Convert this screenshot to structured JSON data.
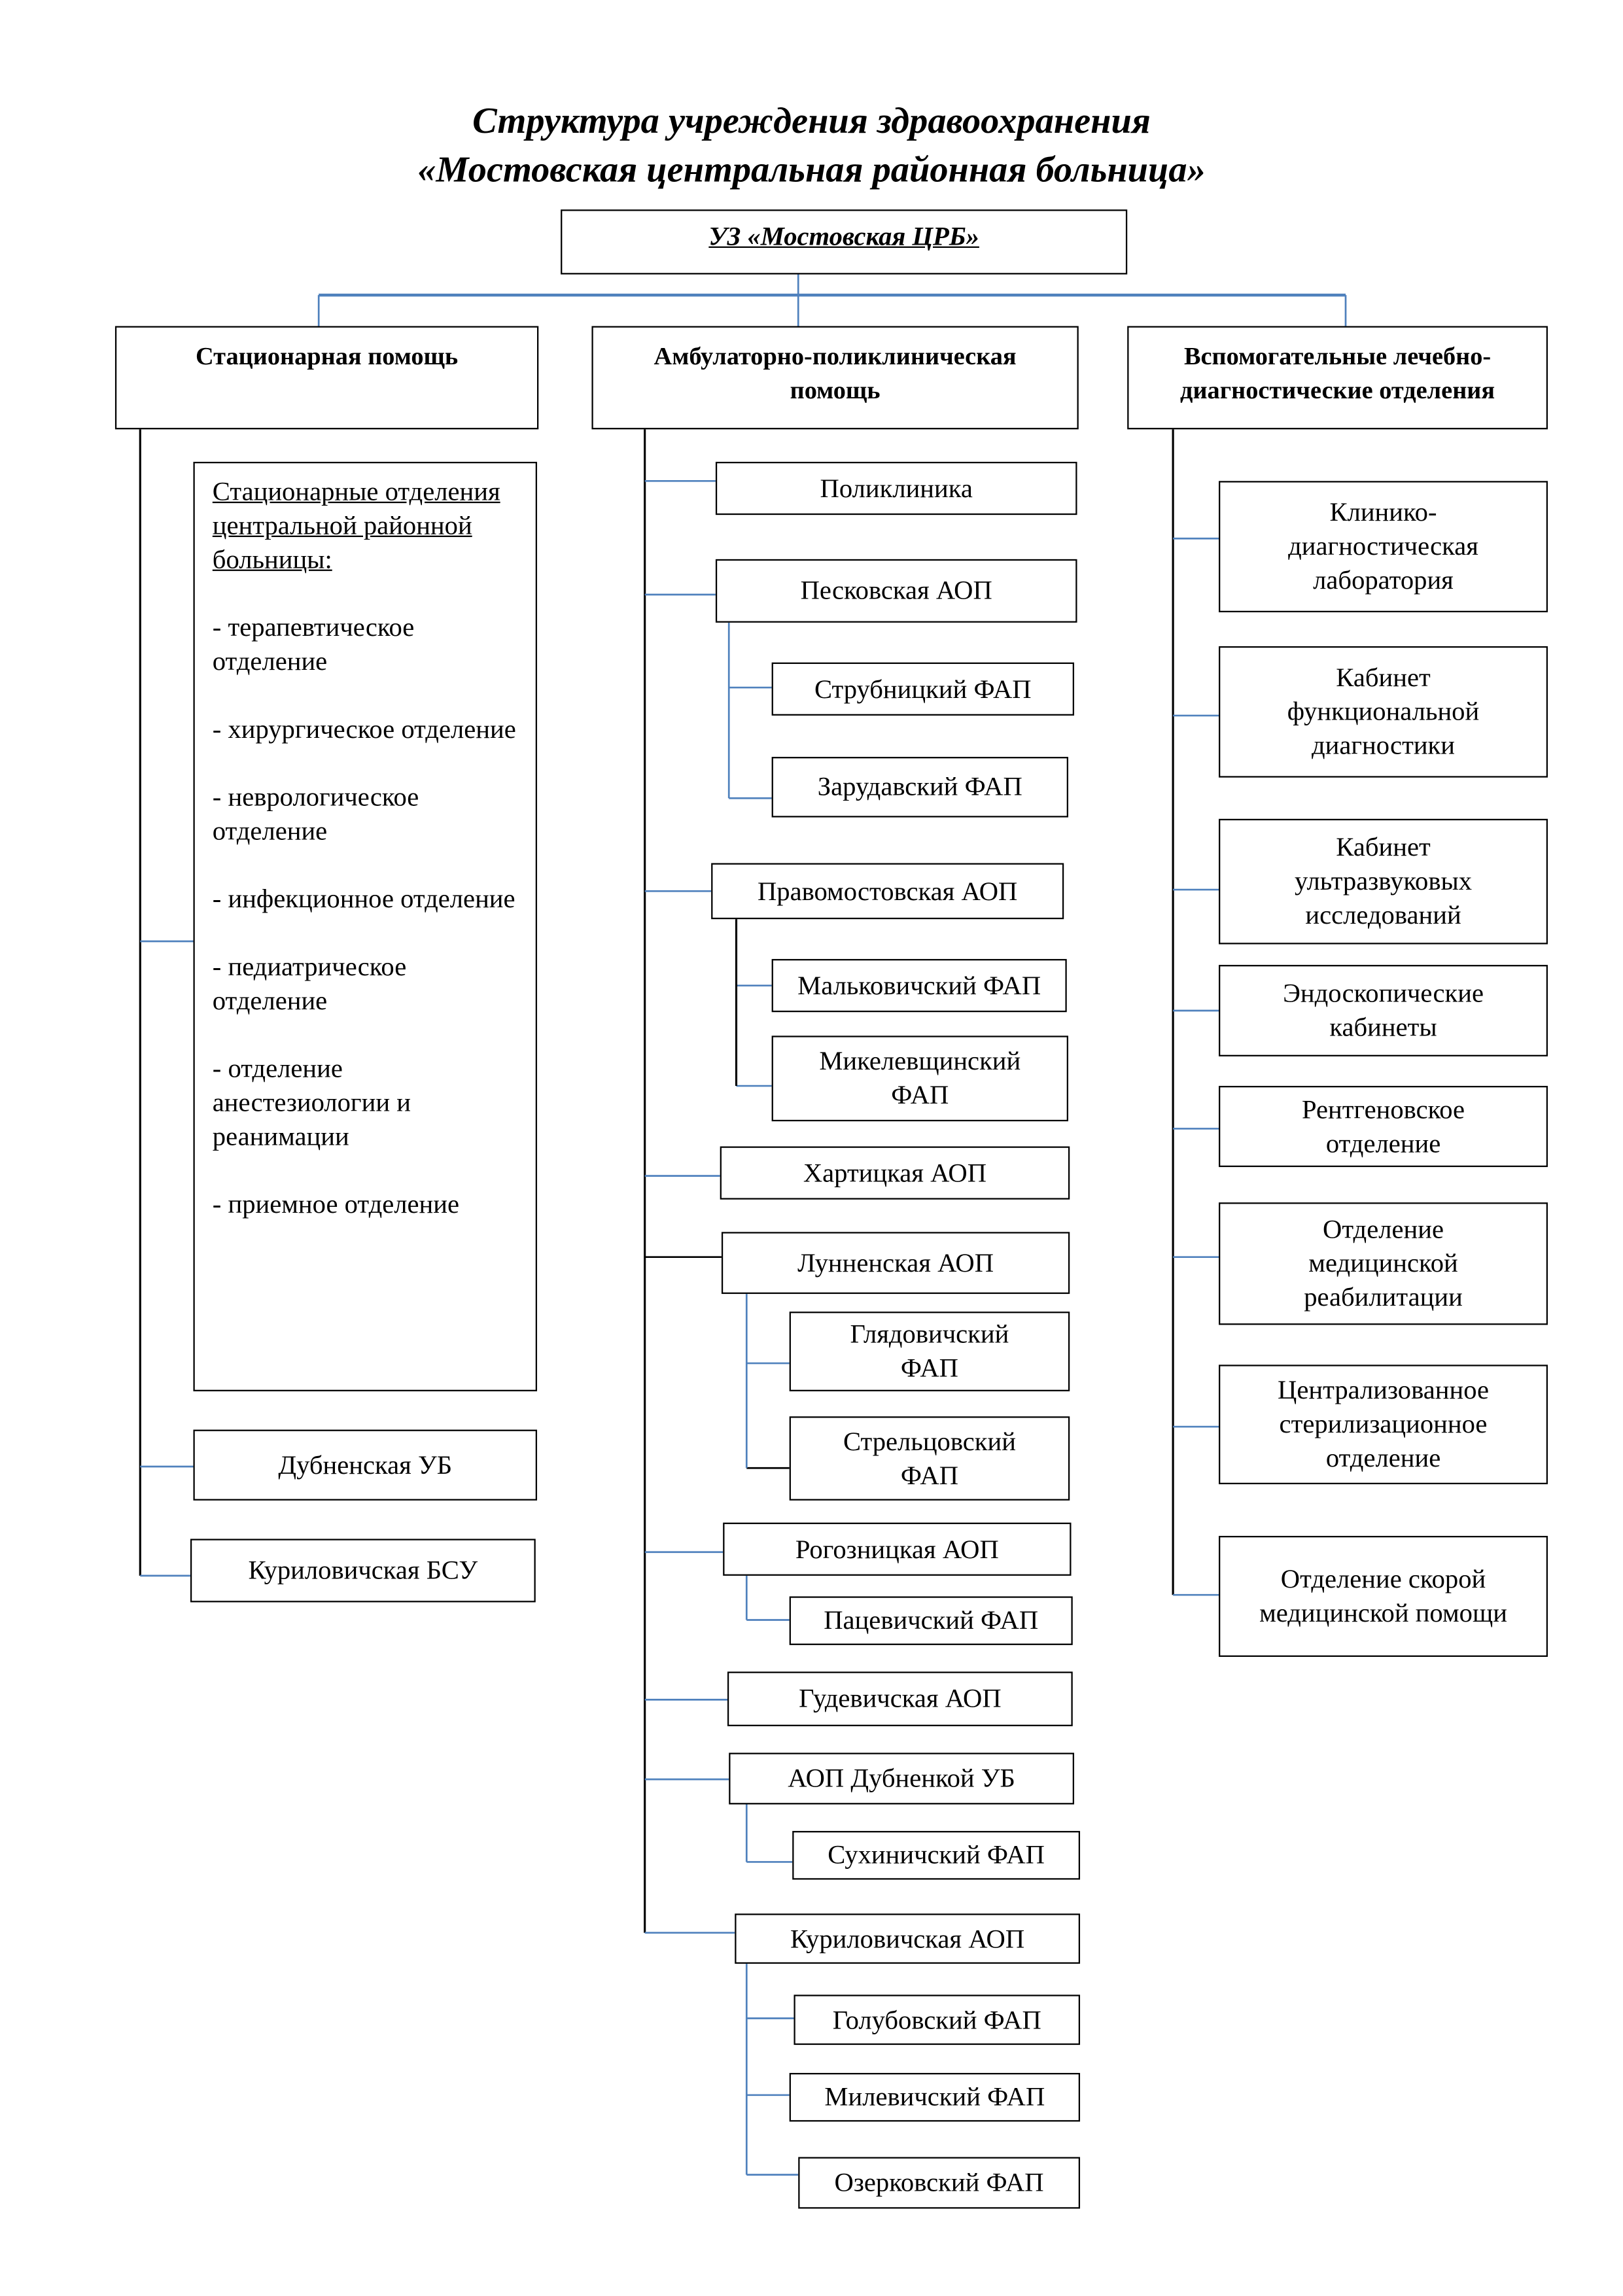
{
  "title": {
    "line1": "Структура учреждения здравоохранения",
    "line2": "«Мостовская центральная районная больница»"
  },
  "root": "УЗ «Мостовская ЦРБ»",
  "columns": [
    "Стационарная помощь",
    "Амбулаторно-поликлиническая\nпомощь",
    "Вспомогательные лечебно-\nдиагностические отделения"
  ],
  "stationary": {
    "header": "Стационарные отделения центральной районной больницы:",
    "items": [
      "- терапевтическое отделение",
      "- хирургическое отделение",
      "- неврологическое отделение",
      "- инфекционное отделение",
      "- педиатрическое отделение",
      "- отделение анестезиологии и реанимации",
      "- приемное отделение"
    ],
    "others": [
      "Дубненская УБ",
      "Куриловичская БСУ"
    ]
  },
  "ambulatory": [
    "Поликлиника",
    "Песковская АОП",
    "Струбницкий ФАП",
    "Зарудавский ФАП",
    "Правомостовская АОП",
    "Мальковичский ФАП",
    "Микелевщинский\nФАП",
    "Хартицкая АОП",
    "Лунненская АОП",
    "Глядовичский\nФАП",
    "Стрельцовский\nФАП",
    "Рогозницкая АОП",
    "Пацевичский ФАП",
    "Гудевичская АОП",
    "АОП Дубненкой УБ",
    "Сухиничский ФАП",
    "Куриловичская АОП",
    "Голубовский ФАП",
    "Милевичский ФАП",
    "Озерковский ФАП"
  ],
  "auxiliary": [
    "Клинико-\nдиагностическая\nлаборатория",
    "Кабинет\nфункциональной\nдиагностики",
    "Кабинет\nультразвуковых\nисследований",
    "Эндоскопические\nкабинеты",
    "Рентгеновское\nотделение",
    "Отделение\nмедицинской\nреабилитации",
    "Централизованное\nстерилизационное\nотделение",
    "Отделение скорой\nмедицинской помощи"
  ],
  "colors": {
    "connector": "#4f81bd",
    "line": "#000000"
  }
}
